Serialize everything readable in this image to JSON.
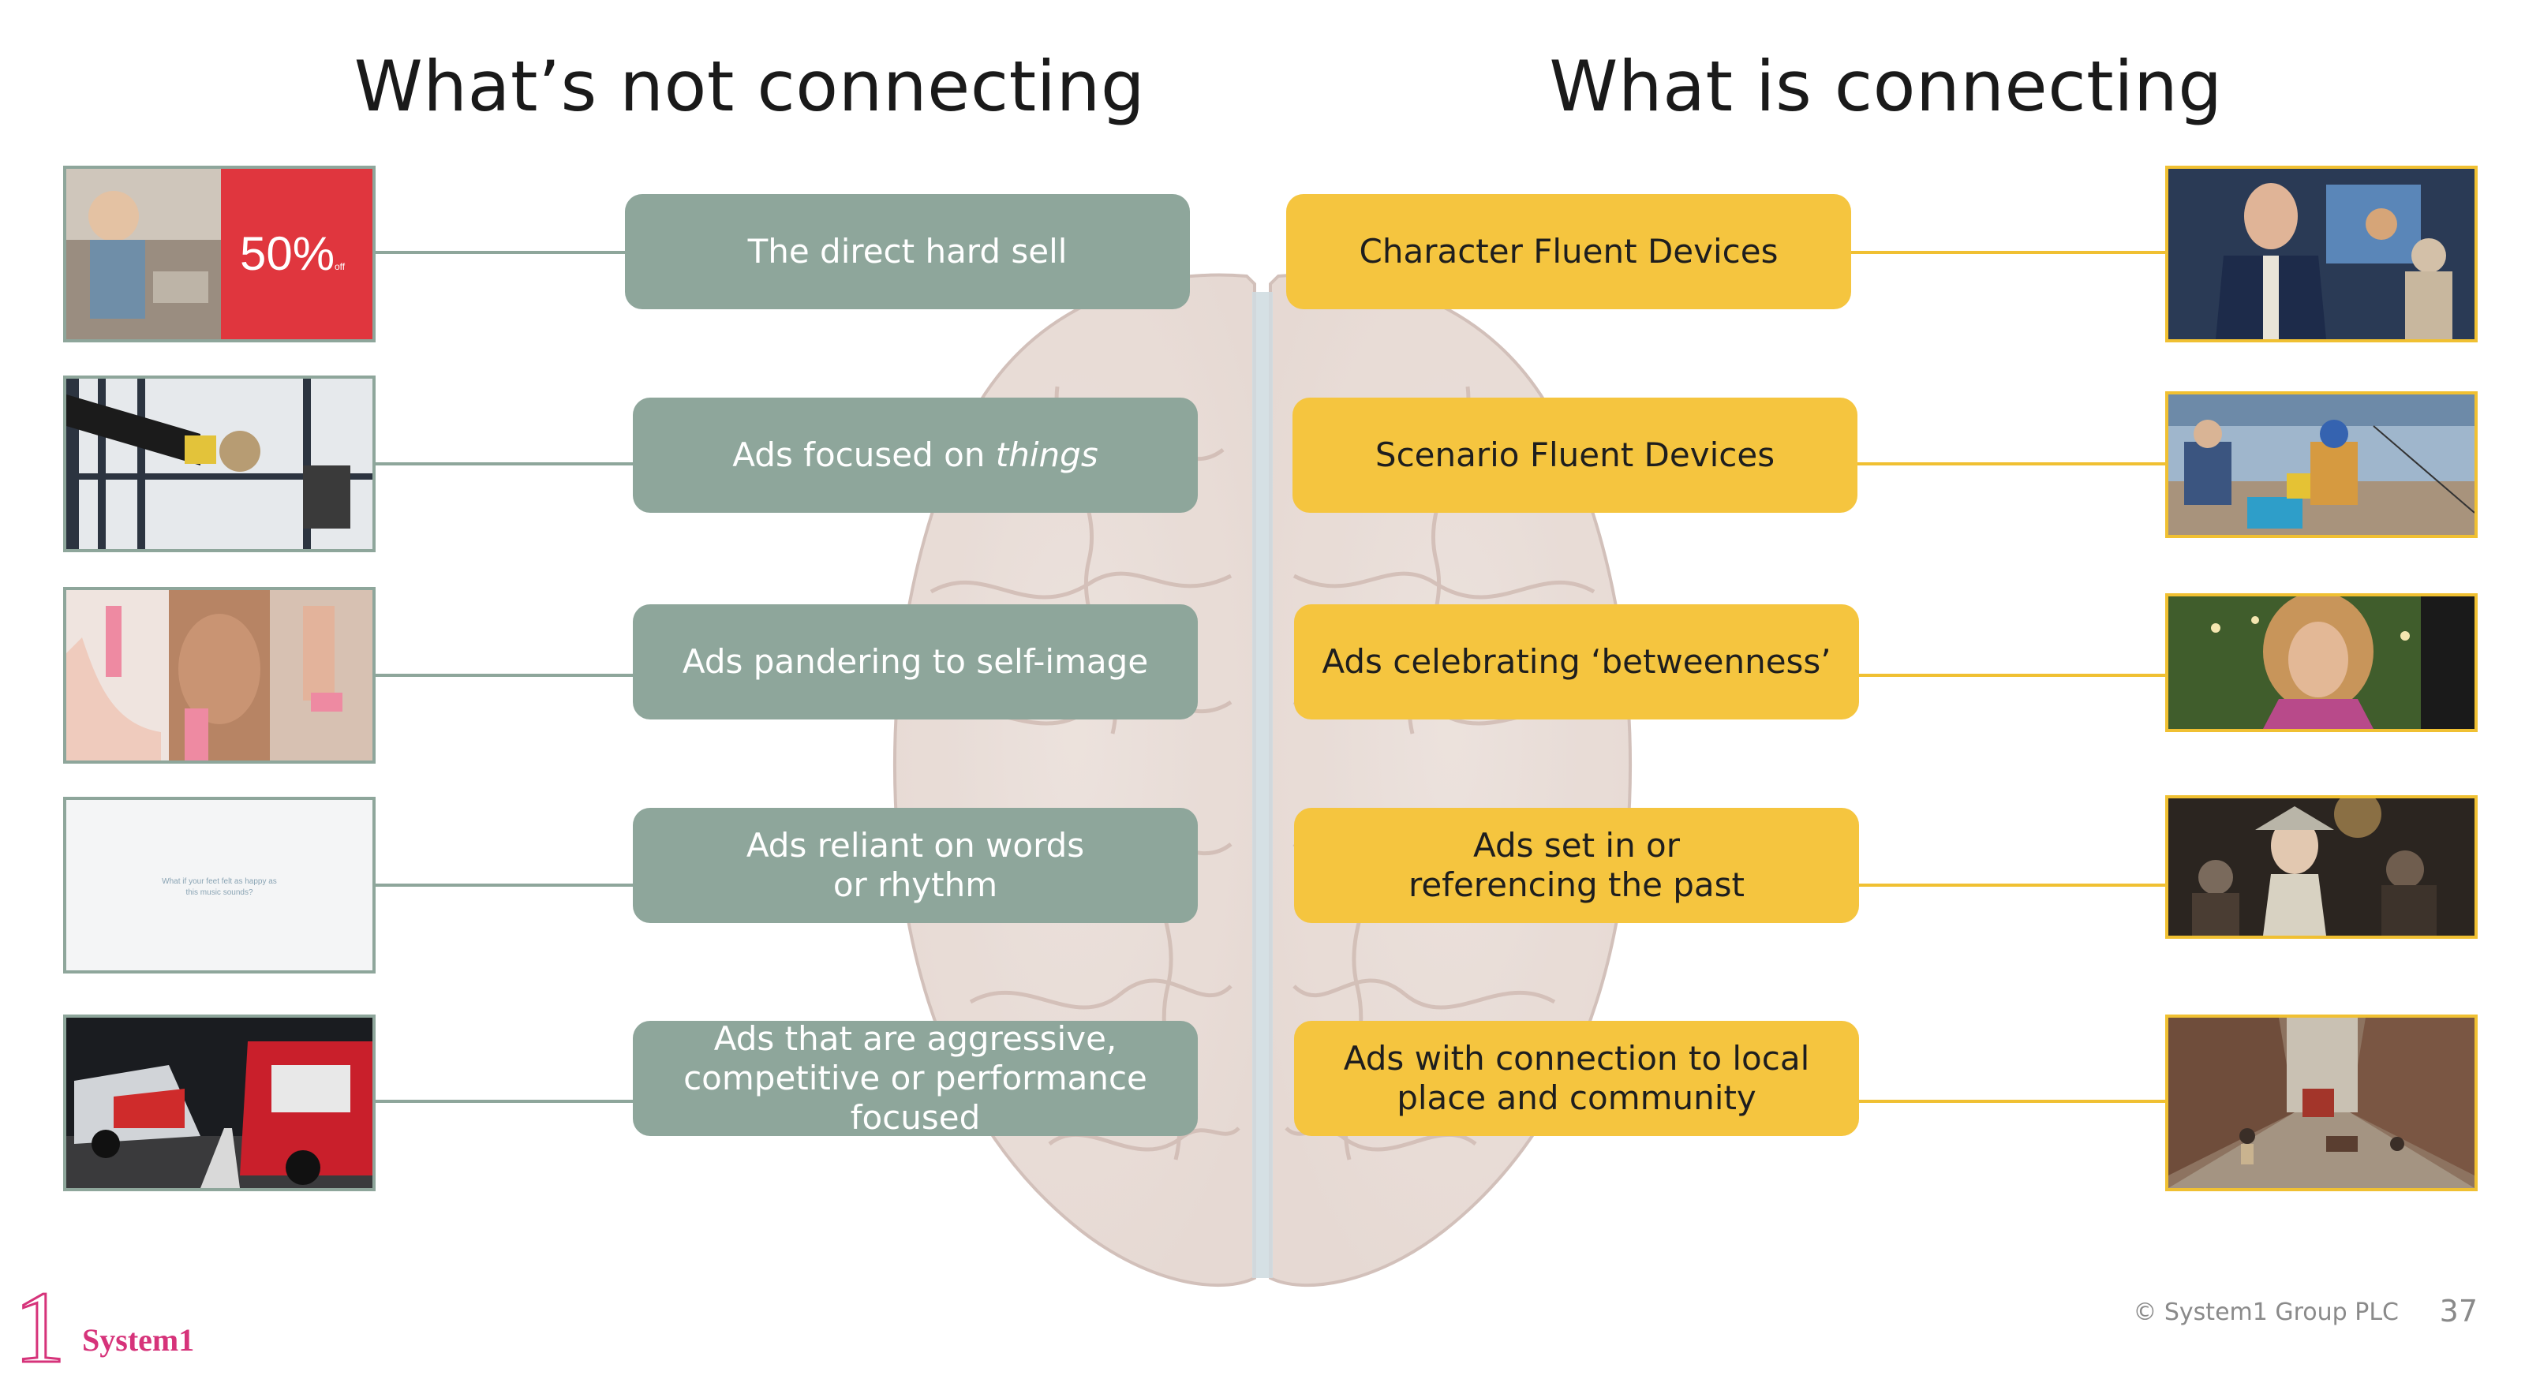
{
  "headings": {
    "left": "What’s not connecting",
    "right": "What is connecting"
  },
  "left_items": [
    {
      "label": "The direct hard sell",
      "thumb": "kid-cooking-50-percent-ad",
      "badge": "50%",
      "badge_sub": "off"
    },
    {
      "label_pre": "Ads focused on ",
      "label_em": "things",
      "thumb": "tool-product-shot"
    },
    {
      "label": "Ads pandering to self-image",
      "thumb": "razor-beauty-collage"
    },
    {
      "line1": "Ads reliant on words",
      "line2": "or rhythm",
      "thumb": "text-card",
      "thumb_text_1": "What if your feet felt as happy as",
      "thumb_text_2": "this music sounds?"
    },
    {
      "line1": "Ads that are aggressive,",
      "line2": "competitive or performance focused",
      "thumb": "race-cars"
    }
  ],
  "right_items": [
    {
      "label": "Character Fluent Devices",
      "thumb": "character-in-blazer"
    },
    {
      "label": "Scenario Fluent Devices",
      "thumb": "beach-picnic"
    },
    {
      "label": "Ads celebrating ‘betweenness’",
      "thumb": "woman-curly-hair"
    },
    {
      "line1": "Ads set in or",
      "line2": "referencing the past",
      "thumb": "jester-period-scene"
    },
    {
      "line1": "Ads with connection to local",
      "line2": "place and community",
      "thumb": "terraced-street"
    }
  ],
  "footer": {
    "brand": "System1",
    "logo_mark": "1",
    "copyright": "© System1 Group PLC",
    "page_number": "37"
  },
  "colors": {
    "grey_accent": "#8ea69b",
    "yellow_accent": "#f5c53f",
    "brand_pink": "#d6337a"
  }
}
